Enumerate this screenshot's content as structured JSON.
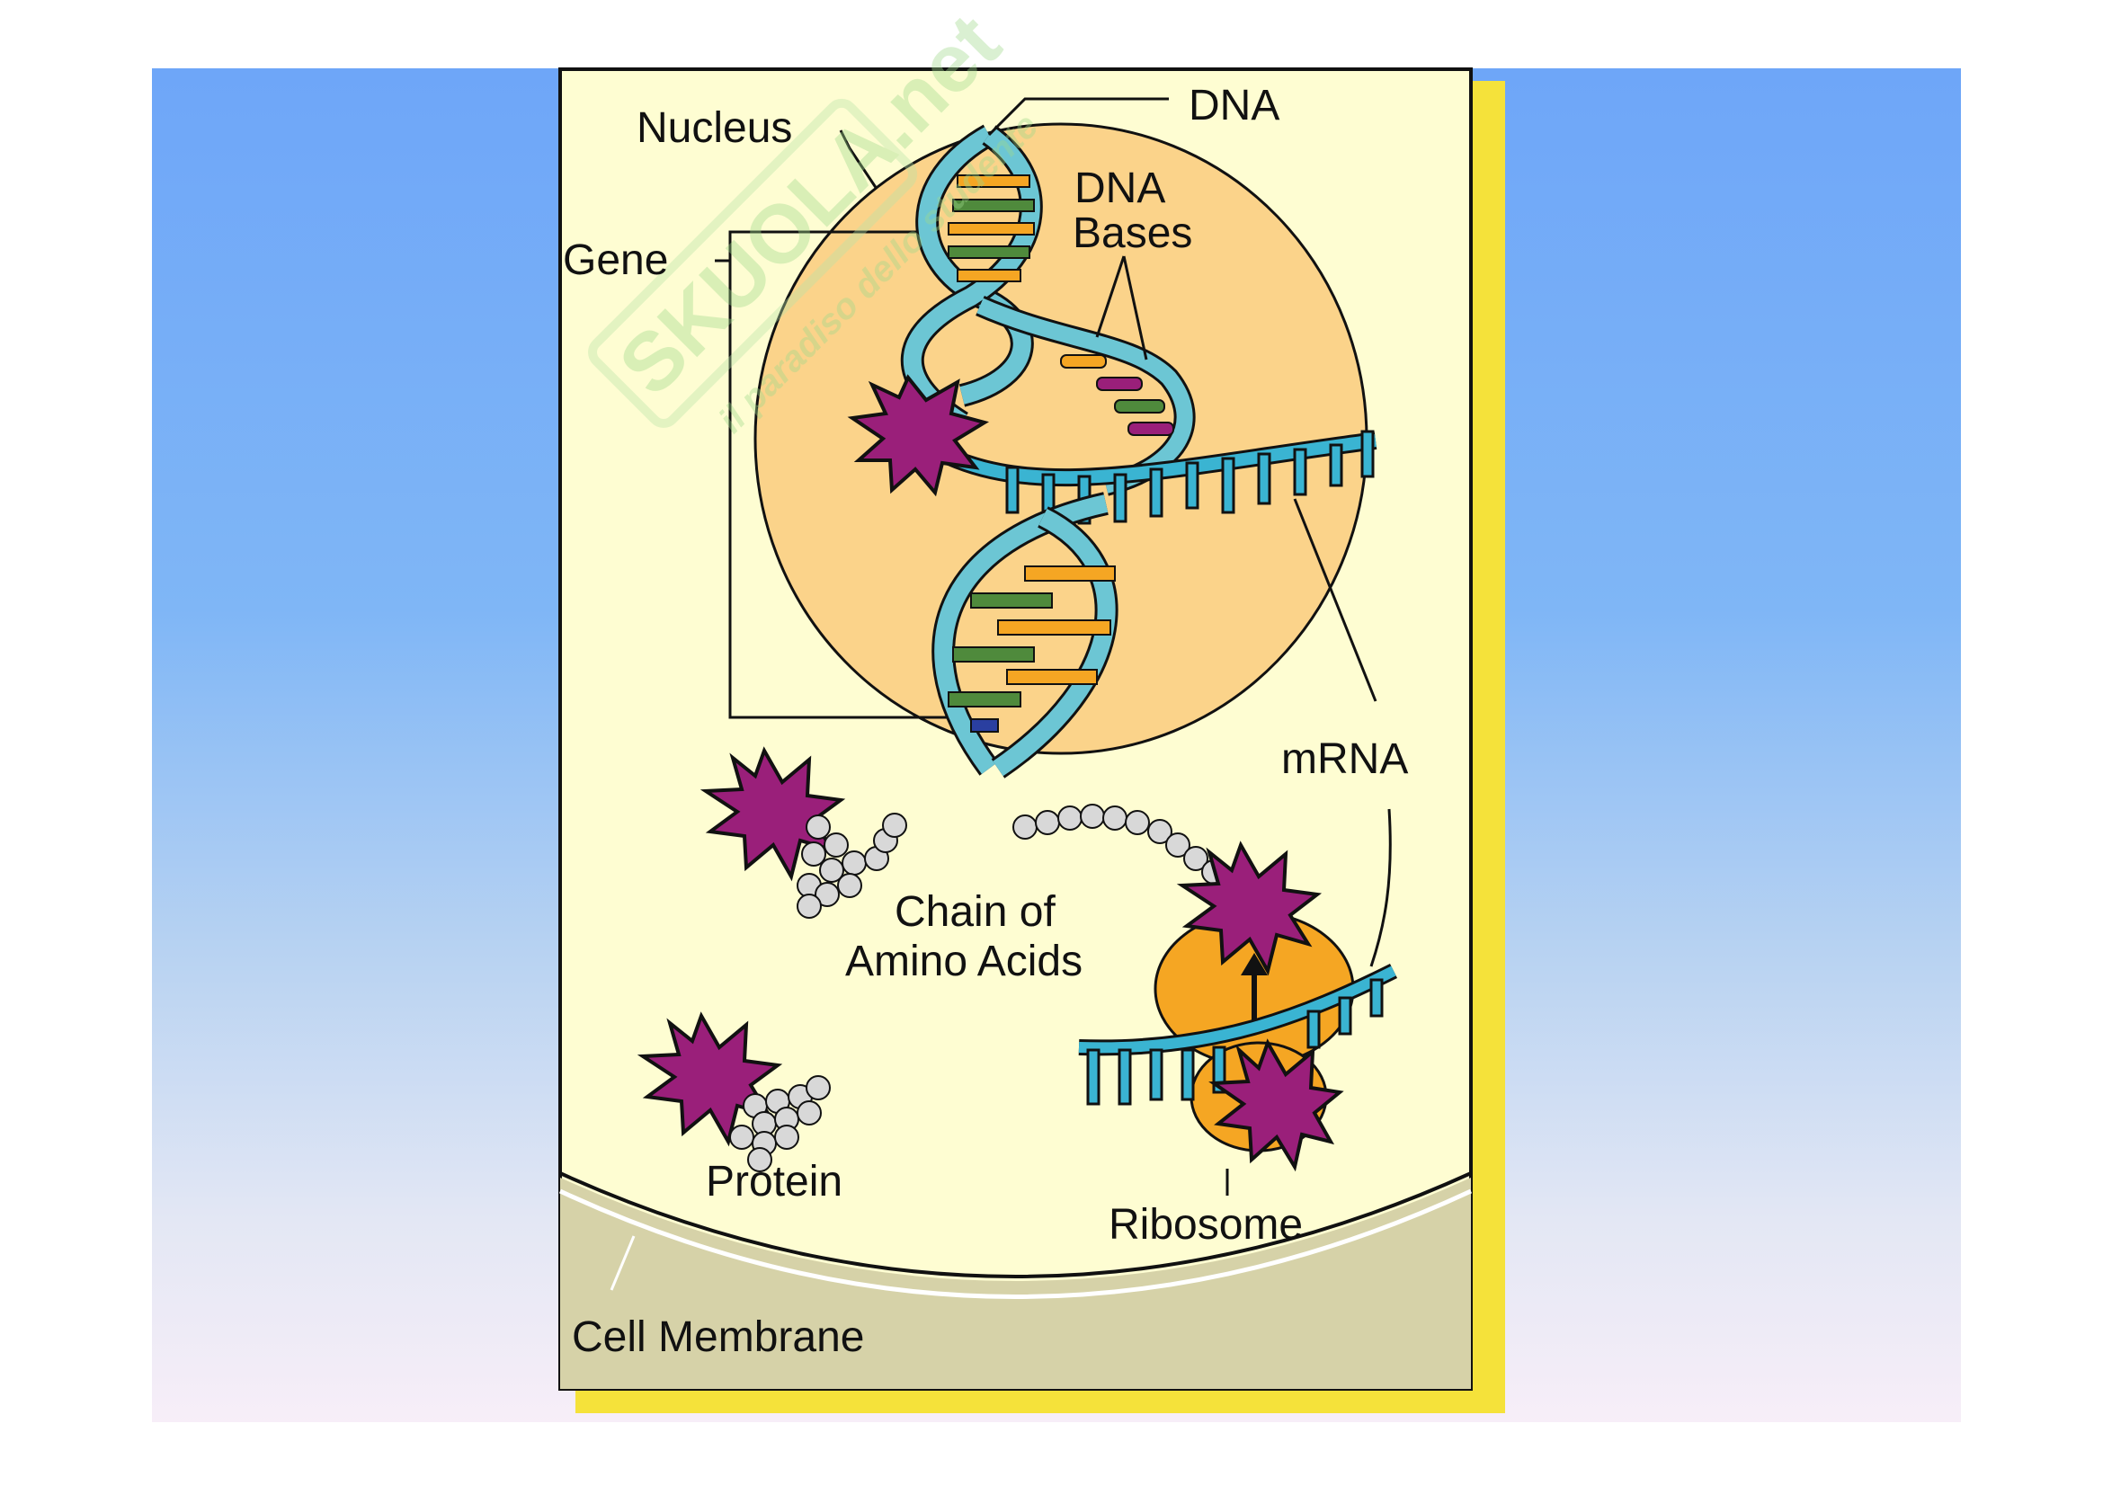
{
  "labels": {
    "nucleus": "Nucleus",
    "dna": "DNA",
    "dna_bases_line1": "DNA",
    "dna_bases_line2": "Bases",
    "gene": "Gene",
    "mrna": "mRNA",
    "chain_line1": "Chain of",
    "chain_line2": "Amino Acids",
    "protein": "Protein",
    "ribosome": "Ribosome",
    "cell_membrane": "Cell Membrane"
  },
  "watermark": {
    "brand": "SKUOLA.net",
    "tagline": "il paradiso dello studente"
  },
  "colors": {
    "panel_fill": "#fefdd2",
    "nucleus_fill": "#fbd38a",
    "dna_strand": "#6cc6d4",
    "mrna": "#3ab4d2",
    "ribosome": "#f5a623",
    "enzyme": "#9a1f7a",
    "amino_acid": "#d8d8d8",
    "membrane_region": "#d6d2a8",
    "frame_shadow": "#f5e23a"
  }
}
